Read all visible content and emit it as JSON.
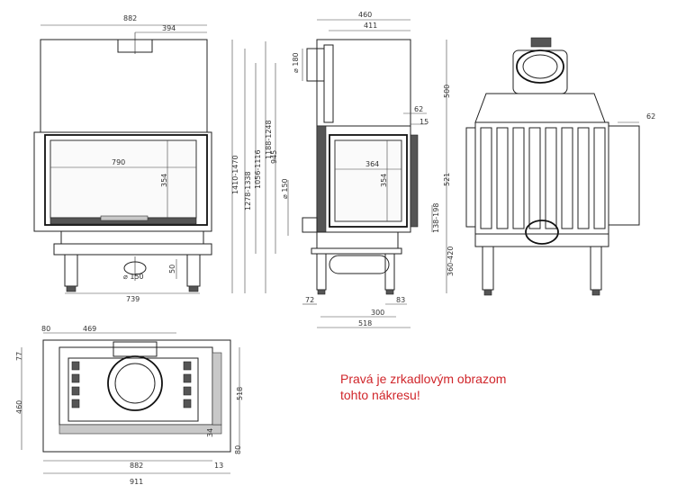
{
  "dimensions": {
    "front": {
      "width_882": "882",
      "flue_offset_394": "394",
      "glass_790": "790",
      "glass_h_354": "354",
      "inlet_150": "⌀ 150",
      "leg_50": "50",
      "base_739": "739"
    },
    "side": {
      "width_460": "460",
      "offset_411": "411",
      "flue_180": "⌀ 180",
      "top_500": "500",
      "d62": "62",
      "d15": "15",
      "glass_364": "364",
      "glass_h_354": "354",
      "inlet_150": "⌀ 150",
      "body_521": "521",
      "range_138_198": "138-198",
      "legs_360_420": "360-420",
      "d72": "72",
      "d83": "83",
      "d300": "300",
      "d518": "518",
      "h_1410_1470": "1410-1470",
      "h_1278_1338": "1278-1338",
      "h_1188_1248": "1188-1248",
      "h_1056_1116": "1056-1116",
      "h_945": "945",
      "h_150": "150"
    },
    "back": {
      "d62": "62"
    },
    "top": {
      "d80": "80",
      "d469": "469",
      "d77": "77",
      "d460": "460",
      "d518": "518",
      "d34": "34",
      "d80b": "80",
      "d13": "13",
      "width_882": "882",
      "width_911": "911"
    }
  },
  "note": {
    "line1": "Pravá je zrkadlovým obrazom",
    "line2": "tohto nákresu!"
  },
  "colors": {
    "note": "#d0262b",
    "line": "#222222"
  }
}
